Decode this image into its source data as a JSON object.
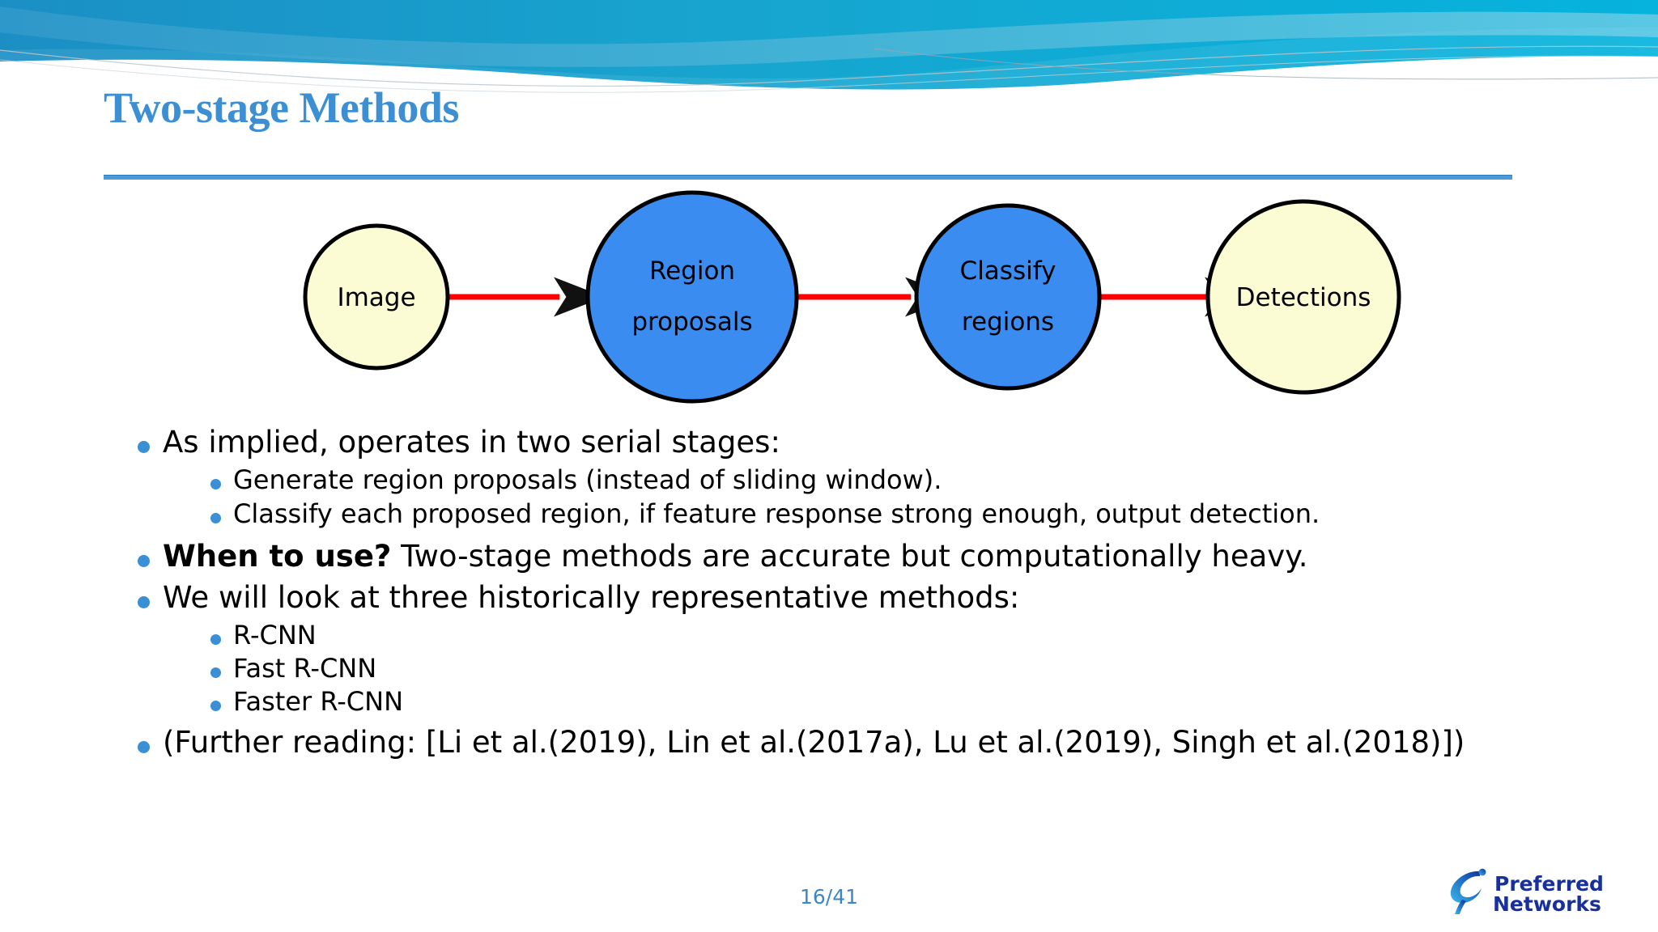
{
  "slide": {
    "title": "Two-stage Methods",
    "page_number": "16/41",
    "accent_color": "#3d8fd4",
    "rule_color": "#4a9ad8",
    "bullet_color": "#3b8fd4",
    "page_number_color": "#3b86c9"
  },
  "diagram": {
    "type": "pipeline",
    "arrow_color": "#ff0000",
    "node_border_color": "#000000",
    "nodes": [
      {
        "label_line1": "Image",
        "label_line2": "",
        "fill": "#fbfbd4"
      },
      {
        "label_line1": "Region",
        "label_line2": "proposals",
        "fill": "#3b8cf0"
      },
      {
        "label_line1": "Classify",
        "label_line2": "regions",
        "fill": "#3b8cf0"
      },
      {
        "label_line1": "Detections",
        "label_line2": "",
        "fill": "#fbfbd4"
      }
    ]
  },
  "content": {
    "bullets": [
      {
        "level": 1,
        "text": "As implied, operates in two serial stages:",
        "bold_prefix": ""
      },
      {
        "level": 2,
        "text": "Generate region proposals (instead of sliding window).",
        "bold_prefix": ""
      },
      {
        "level": 2,
        "text": "Classify each proposed region, if feature response strong enough, output detection.",
        "bold_prefix": ""
      },
      {
        "level": 1,
        "text": " Two-stage methods are accurate but computationally heavy.",
        "bold_prefix": "When to use?"
      },
      {
        "level": 1,
        "text": "We will look at three historically representative methods:",
        "bold_prefix": ""
      },
      {
        "level": 2,
        "text": "R-CNN",
        "bold_prefix": ""
      },
      {
        "level": 2,
        "text": "Fast R-CNN",
        "bold_prefix": ""
      },
      {
        "level": 2,
        "text": "Faster R-CNN",
        "bold_prefix": ""
      },
      {
        "level": 1,
        "text": "(Further reading: [Li et al.(2019), Lin et al.(2017a), Lu et al.(2019), Singh et al.(2018)])",
        "bold_prefix": ""
      }
    ]
  },
  "logo": {
    "line1": "Preferred",
    "line2": "Networks",
    "color": "#17309c"
  }
}
